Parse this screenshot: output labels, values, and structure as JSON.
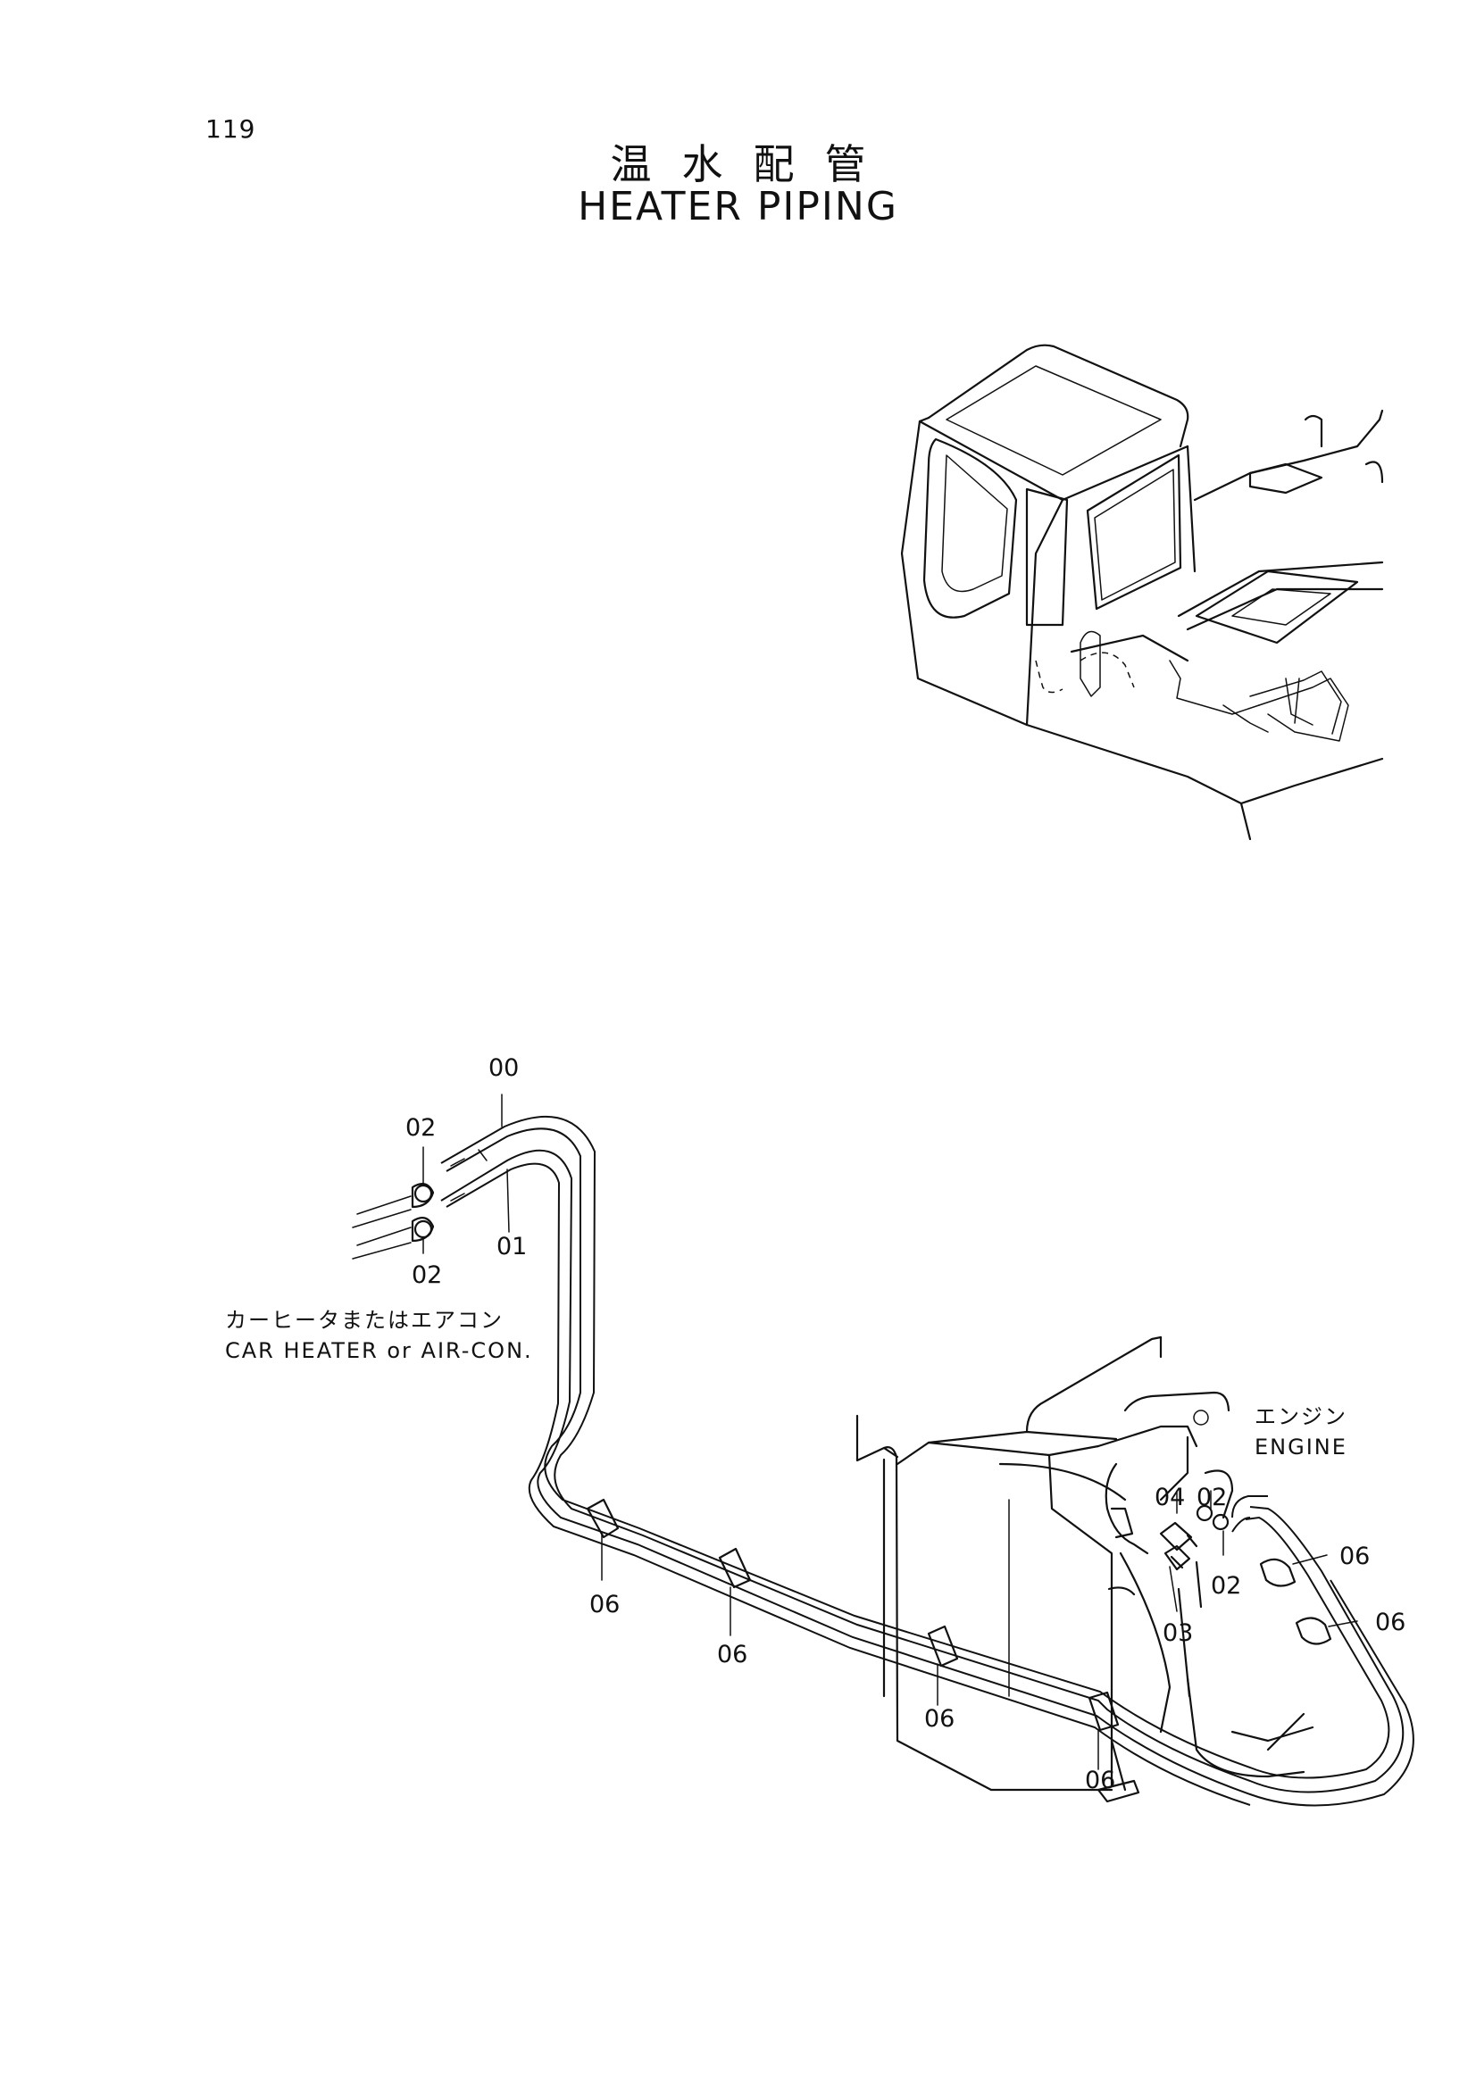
{
  "page_number": "119",
  "title_jp": "温水配管",
  "title_en": "HEATER PIPING",
  "callouts": {
    "hose_assembly": "00",
    "hose": "01",
    "clamp_top": "02",
    "clamp_bottom": "02",
    "clamp_engine_top": "02",
    "clamp_engine_bottom": "02",
    "fitting_03": "03",
    "fitting_04": "04",
    "band_1": "06",
    "band_2": "06",
    "band_3": "06",
    "band_4": "06",
    "band_5": "06",
    "band_6": "06"
  },
  "captions": {
    "heater_jp": "カーヒータまたはエアコン",
    "heater_en": "CAR HEATER or AIR-CON.",
    "engine_jp": "エンジン",
    "engine_en": "ENGINE"
  }
}
